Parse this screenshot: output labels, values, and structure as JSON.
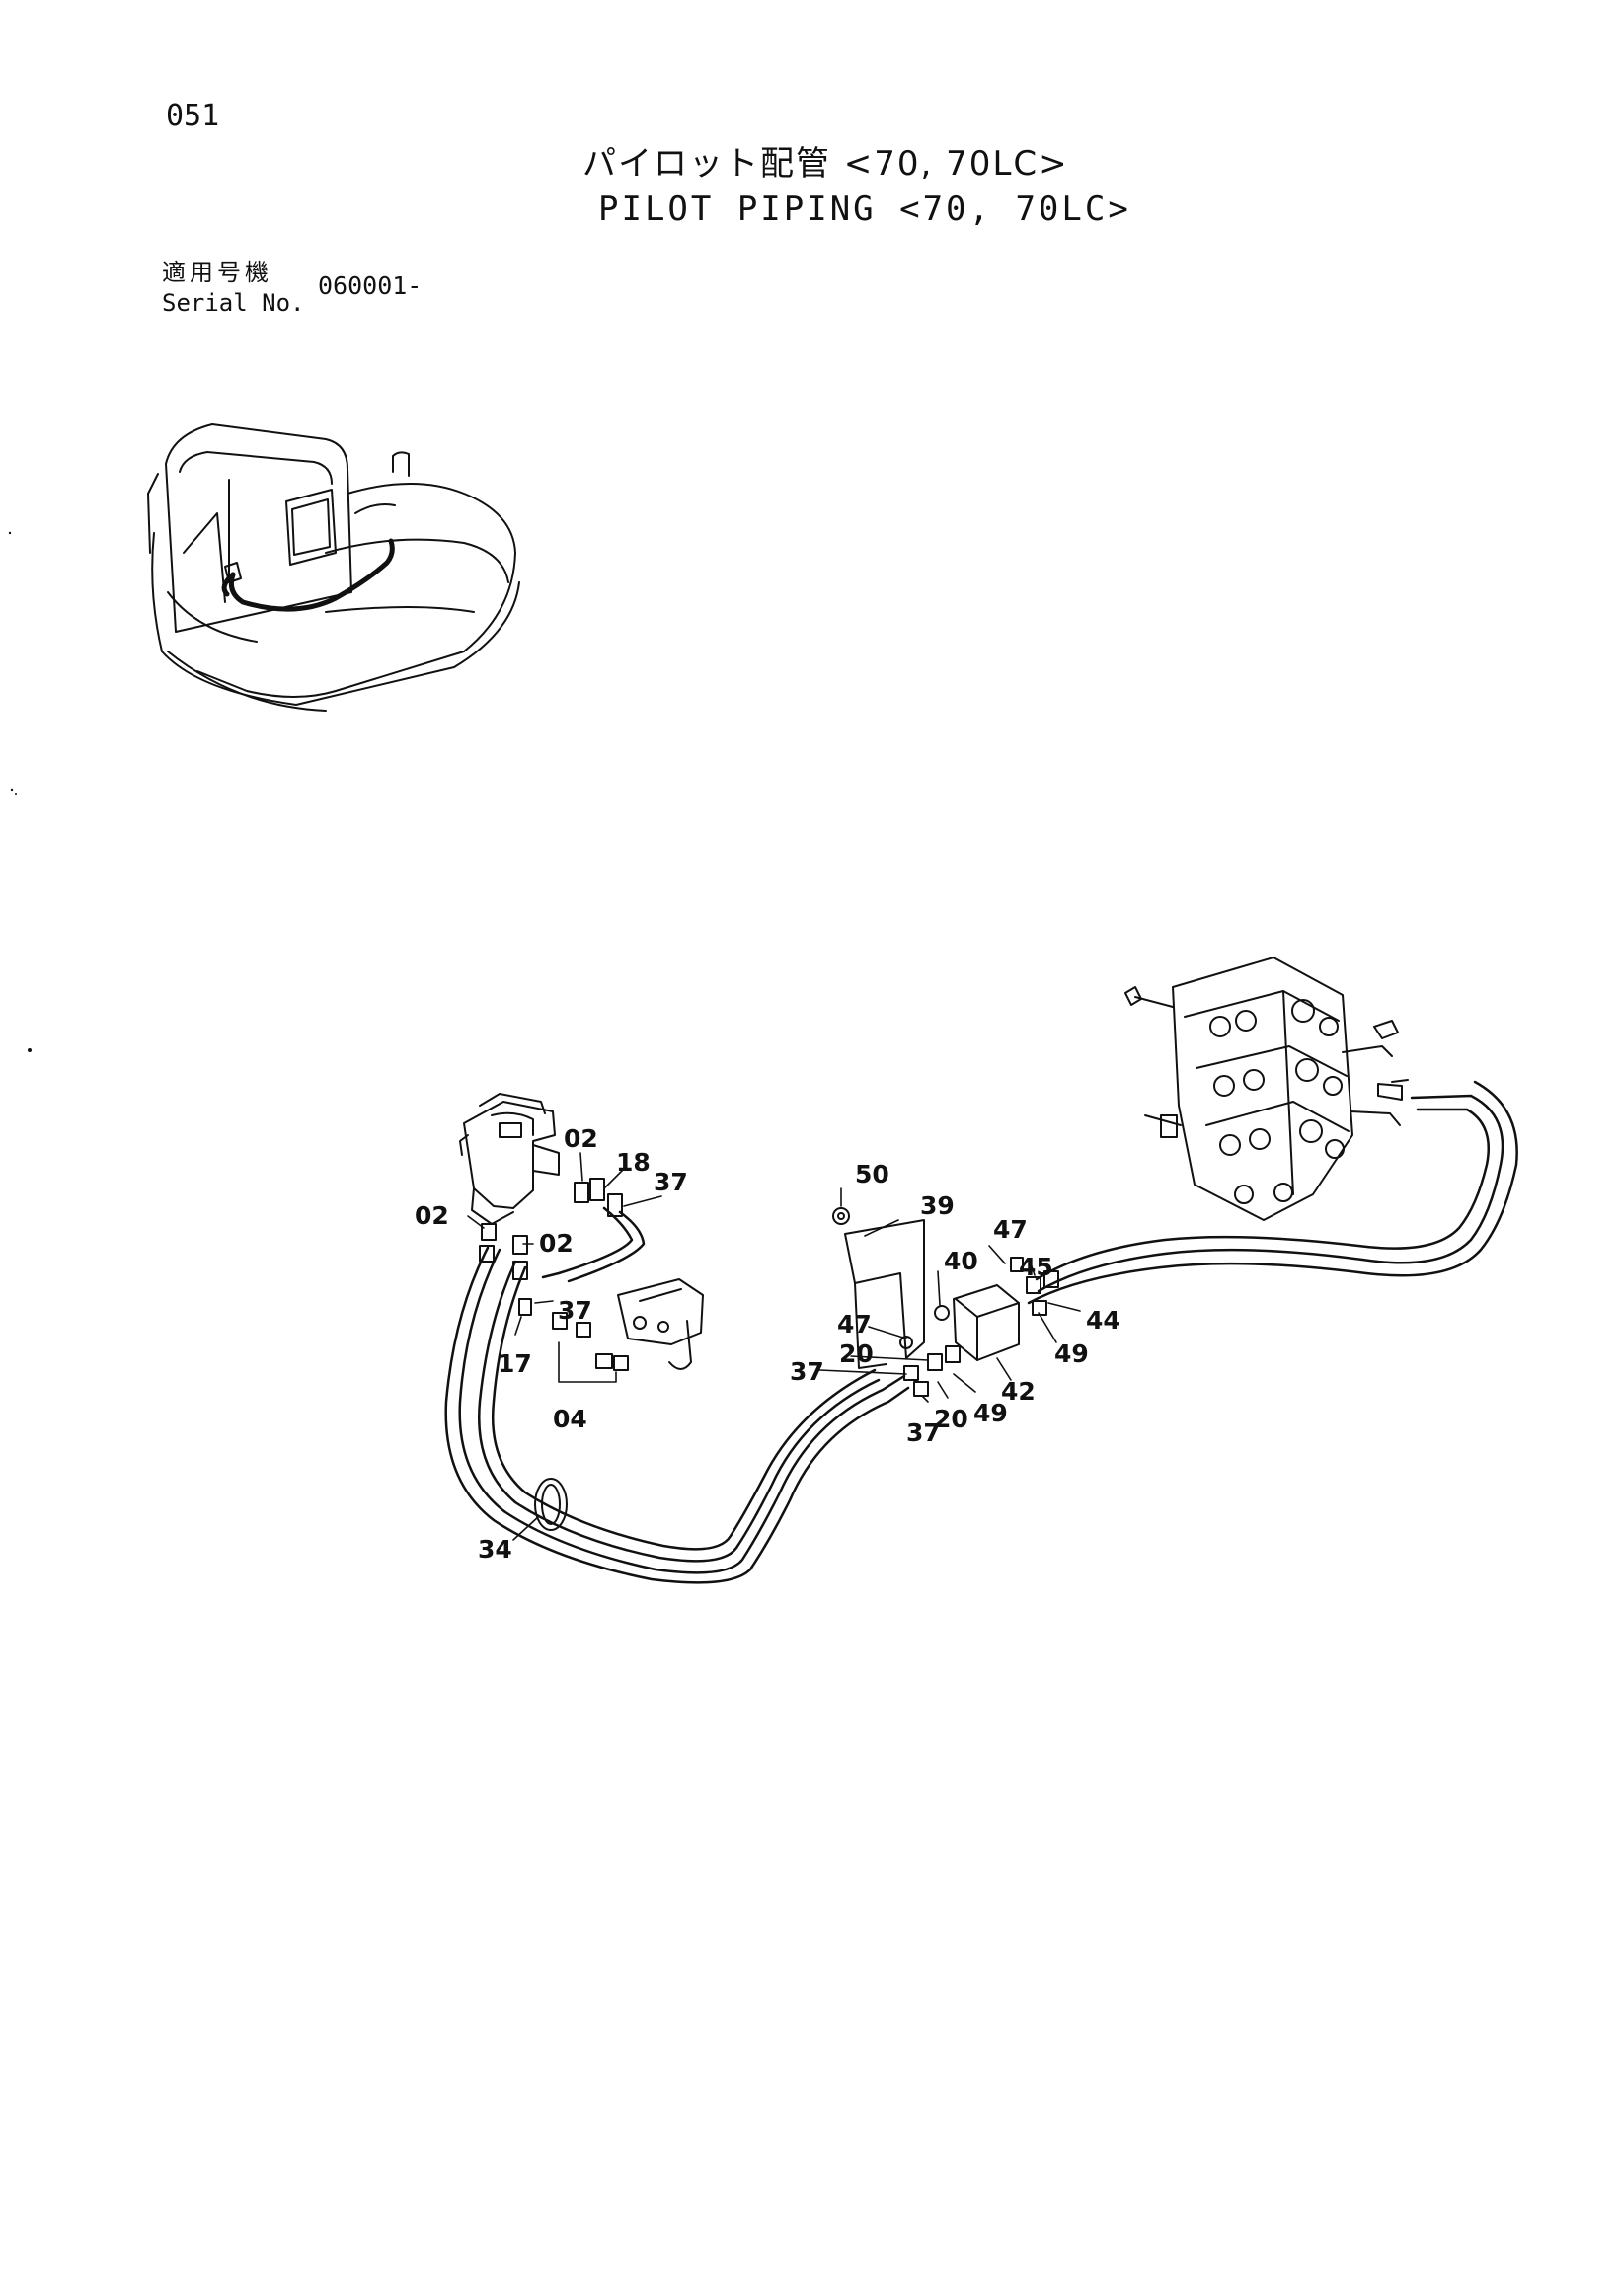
{
  "header": {
    "page_number": "051",
    "title_jp": "パイロット配管 <70, 70LC>",
    "title_en": "PILOT PIPING <70, 70LC>"
  },
  "serial": {
    "label_jp": "適用号機",
    "label_en": "Serial No.",
    "value": "060001-"
  },
  "callouts": {
    "c50": "50",
    "c39": "39",
    "c40": "40",
    "c47a": "47",
    "c47b": "47",
    "c45": "45",
    "c44": "44",
    "c49a": "49",
    "c49b": "49",
    "c42": "42",
    "c37a": "37",
    "c37b": "37",
    "c37c": "37",
    "c37d": "37",
    "c20a": "20",
    "c20b": "20",
    "c02a": "02",
    "c02b": "02",
    "c02c": "02",
    "c18": "18",
    "c17": "17",
    "c04": "04",
    "c34": "34"
  },
  "icons": {
    "machine": "excavator-upper-structure",
    "pilot_valve": "pilot-valve",
    "control_valve": "control-valve"
  }
}
